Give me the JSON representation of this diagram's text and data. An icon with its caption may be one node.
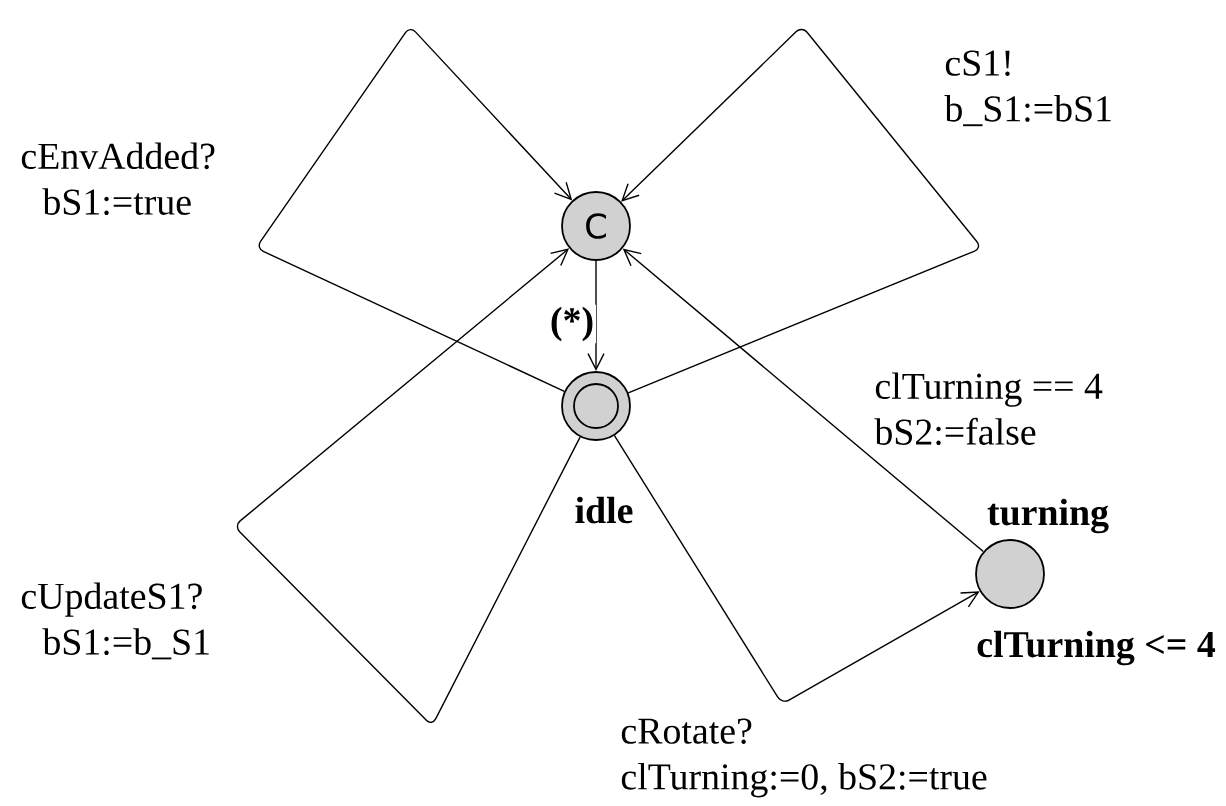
{
  "diagram": {
    "nodes": [
      {
        "text": [
          "C"
        ]
      },
      {
        "text": [
          "idle"
        ]
      },
      {
        "text": [
          "turning"
        ],
        "beside": [
          "clTurning <= 4"
        ]
      }
    ],
    "edges": [
      {
        "from": 1,
        "to": 0,
        "arrow": "to",
        "label": "cEnvAdded? bS1:=true"
      },
      {
        "from": 1,
        "to": 0,
        "arrow": "to",
        "label": "cS1! b_S1:=bS1"
      },
      {
        "from": 0,
        "to": 1,
        "arrow": "to",
        "label": "(*)"
      },
      {
        "from": 1,
        "to": 0,
        "arrow": "to",
        "label": "cUpdateS1? bS1:=b_S1"
      },
      {
        "from": 1,
        "to": 2,
        "arrow": "to",
        "label": "cRotate? clTurning:=0, bS2:=true"
      },
      {
        "from": 2,
        "to": 0,
        "arrow": "to",
        "label": "clTurning == 4 bS2:=false"
      }
    ]
  }
}
